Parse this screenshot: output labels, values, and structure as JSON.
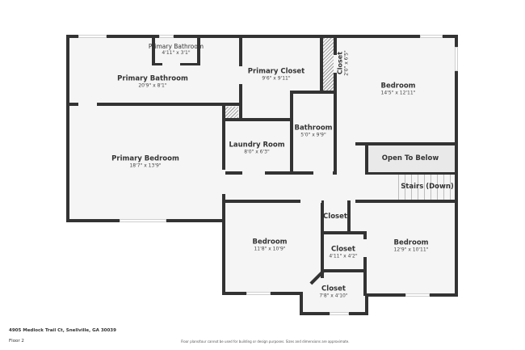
{
  "floor_plan": {
    "floor_label": "Floor 2",
    "address": "4905 Medlock Trail Ct, Snellville, GA 30039",
    "disclaimer": "Floor plans/tour cannot be used for building or design purposes. Sizes and dimensions are approximate.",
    "rooms": {
      "primary_bathroom_small": {
        "name": "Primary Bathroom",
        "dims": "4'11\" x 3'1\""
      },
      "primary_bathroom": {
        "name": "Primary Bathroom",
        "dims": "20'9\" x 8'1\""
      },
      "primary_closet": {
        "name": "Primary Closet",
        "dims": "9'6\" x 9'11\""
      },
      "closet_narrow": {
        "name": "Closet",
        "dims": "2'0\" x 6'5\""
      },
      "bedroom_ne": {
        "name": "Bedroom",
        "dims": "14'5\" x 12'11\""
      },
      "primary_bedroom": {
        "name": "Primary Bedroom",
        "dims": "18'7\" x 13'9\""
      },
      "laundry_room": {
        "name": "Laundry Room",
        "dims": "8'0\" x 6'3\""
      },
      "bathroom": {
        "name": "Bathroom",
        "dims": "5'0\" x 9'9\""
      },
      "open_to_below": {
        "name": "Open To Below"
      },
      "stairs": {
        "name": "Stairs (Down)"
      },
      "bedroom_sw": {
        "name": "Bedroom",
        "dims": "11'8\" x 10'9\""
      },
      "closet_small": {
        "name": "Closet"
      },
      "closet_mid": {
        "name": "Closet",
        "dims": "4'11\" x 4'2\""
      },
      "closet_bottom": {
        "name": "Closet",
        "dims": "7'8\" x 4'10\""
      },
      "bedroom_se": {
        "name": "Bedroom",
        "dims": "12'9\" x 10'11\""
      }
    },
    "colors": {
      "wall": "#333333",
      "floor": "#f5f5f5",
      "open_below": "#e9e9e9"
    }
  }
}
